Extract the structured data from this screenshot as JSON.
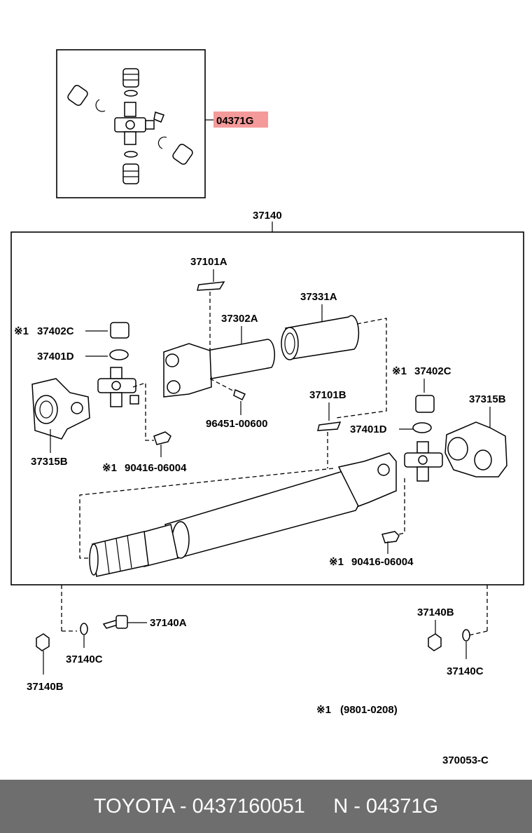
{
  "highlight_color": "#f59a9a",
  "labels": {
    "spider_kit": "04371G",
    "assembly": "37140",
    "p37101A": "37101A",
    "p37331A": "37331A",
    "p37302A": "37302A",
    "p37402C_left": "37402C",
    "p37401D_left": "37401D",
    "p37315B_left": "37315B",
    "p96451": "96451-00600",
    "p37101B": "37101B",
    "p37402C_right": "37402C",
    "p37315B_right": "37315B",
    "p37401D_right": "37401D",
    "p90416_left": "90416-06004",
    "p90416_right": "90416-06004",
    "p37140A": "37140A",
    "p37140C_left": "37140C",
    "p37140B_left": "37140B",
    "p37140B_right": "37140B",
    "p37140C_right": "37140C",
    "mark": "※1",
    "note": "(9801-0208)",
    "ref_code": "370053-C"
  },
  "footer": {
    "brand_part": "TOYOTA - 0437160051",
    "n_part": "N - 04371G"
  }
}
